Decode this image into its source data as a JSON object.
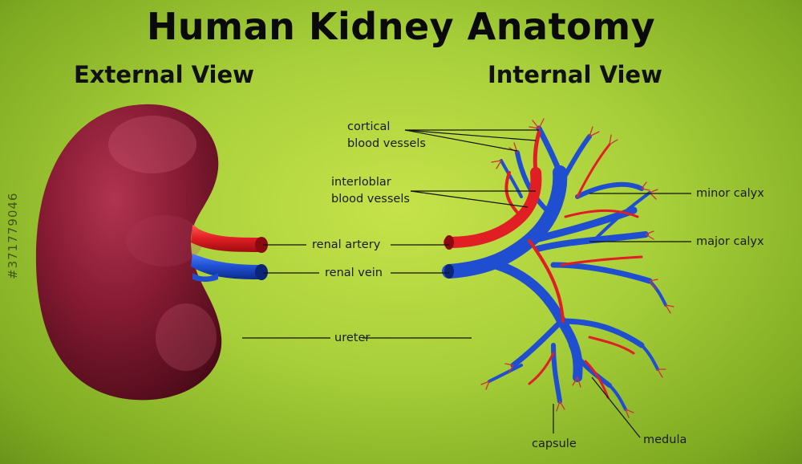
{
  "title": "Human Kidney Anatomy",
  "external_view": {
    "title": "External View"
  },
  "internal_view": {
    "title": "Internal View"
  },
  "labels": {
    "cortical": [
      "cortical",
      "blood vessels"
    ],
    "interlobular": [
      "interloblar",
      "blood vessels"
    ],
    "minor_calyx": "minor calyx",
    "major_calyx": "major calyx",
    "renal_artery": "renal artery",
    "renal_vein": "renal vein",
    "ureter": "ureter",
    "capsule": "capsule",
    "medula": "medula"
  },
  "watermark": "#371779046",
  "colors": {
    "kidney": "#8a1c35",
    "artery": "#e01e24",
    "vein": "#1f4fd0",
    "line": "#111111"
  }
}
